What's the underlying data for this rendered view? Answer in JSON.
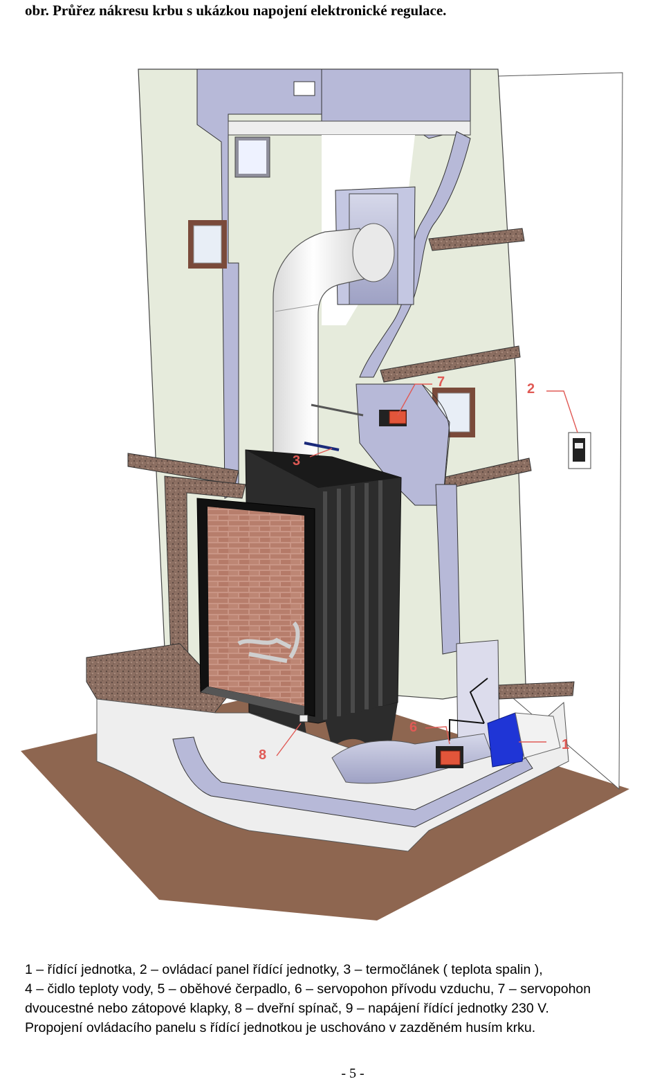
{
  "caption": "obr. Průřez nákresu krbu s ukázkou napojení elektronické regulace.",
  "figure": {
    "callouts": [
      "1",
      "2",
      "3",
      "6",
      "7",
      "8"
    ],
    "colors": {
      "wall": "#e6ebdc",
      "section": "#b7b9d8",
      "granite": "#8c6f62",
      "stove": "#2c2c2c",
      "pipe": "#f2f2f2",
      "brick": "#b9826f",
      "floor": "#8e6650",
      "servo": "#e2553a",
      "control_unit": "#1f35d6",
      "callout": "#e05a55"
    }
  },
  "legend": {
    "lines": [
      "1 – řídící jednotka, 2 – ovládací panel řídící jednotky, 3 – termočlánek ( teplota spalin ),",
      "4 – čidlo teploty vody, 5 – oběhové čerpadlo, 6 – servopohon přívodu vzduchu, 7 – servopohon",
      "dvoucestné nebo zátopové klapky, 8 – dveřní spínač, 9 – napájení řídící jednotky 230 V.",
      "Propojení ovládacího panelu s řídící jednotkou je uschováno v zazděném husím krku."
    ]
  },
  "page_number": "- 5 -"
}
